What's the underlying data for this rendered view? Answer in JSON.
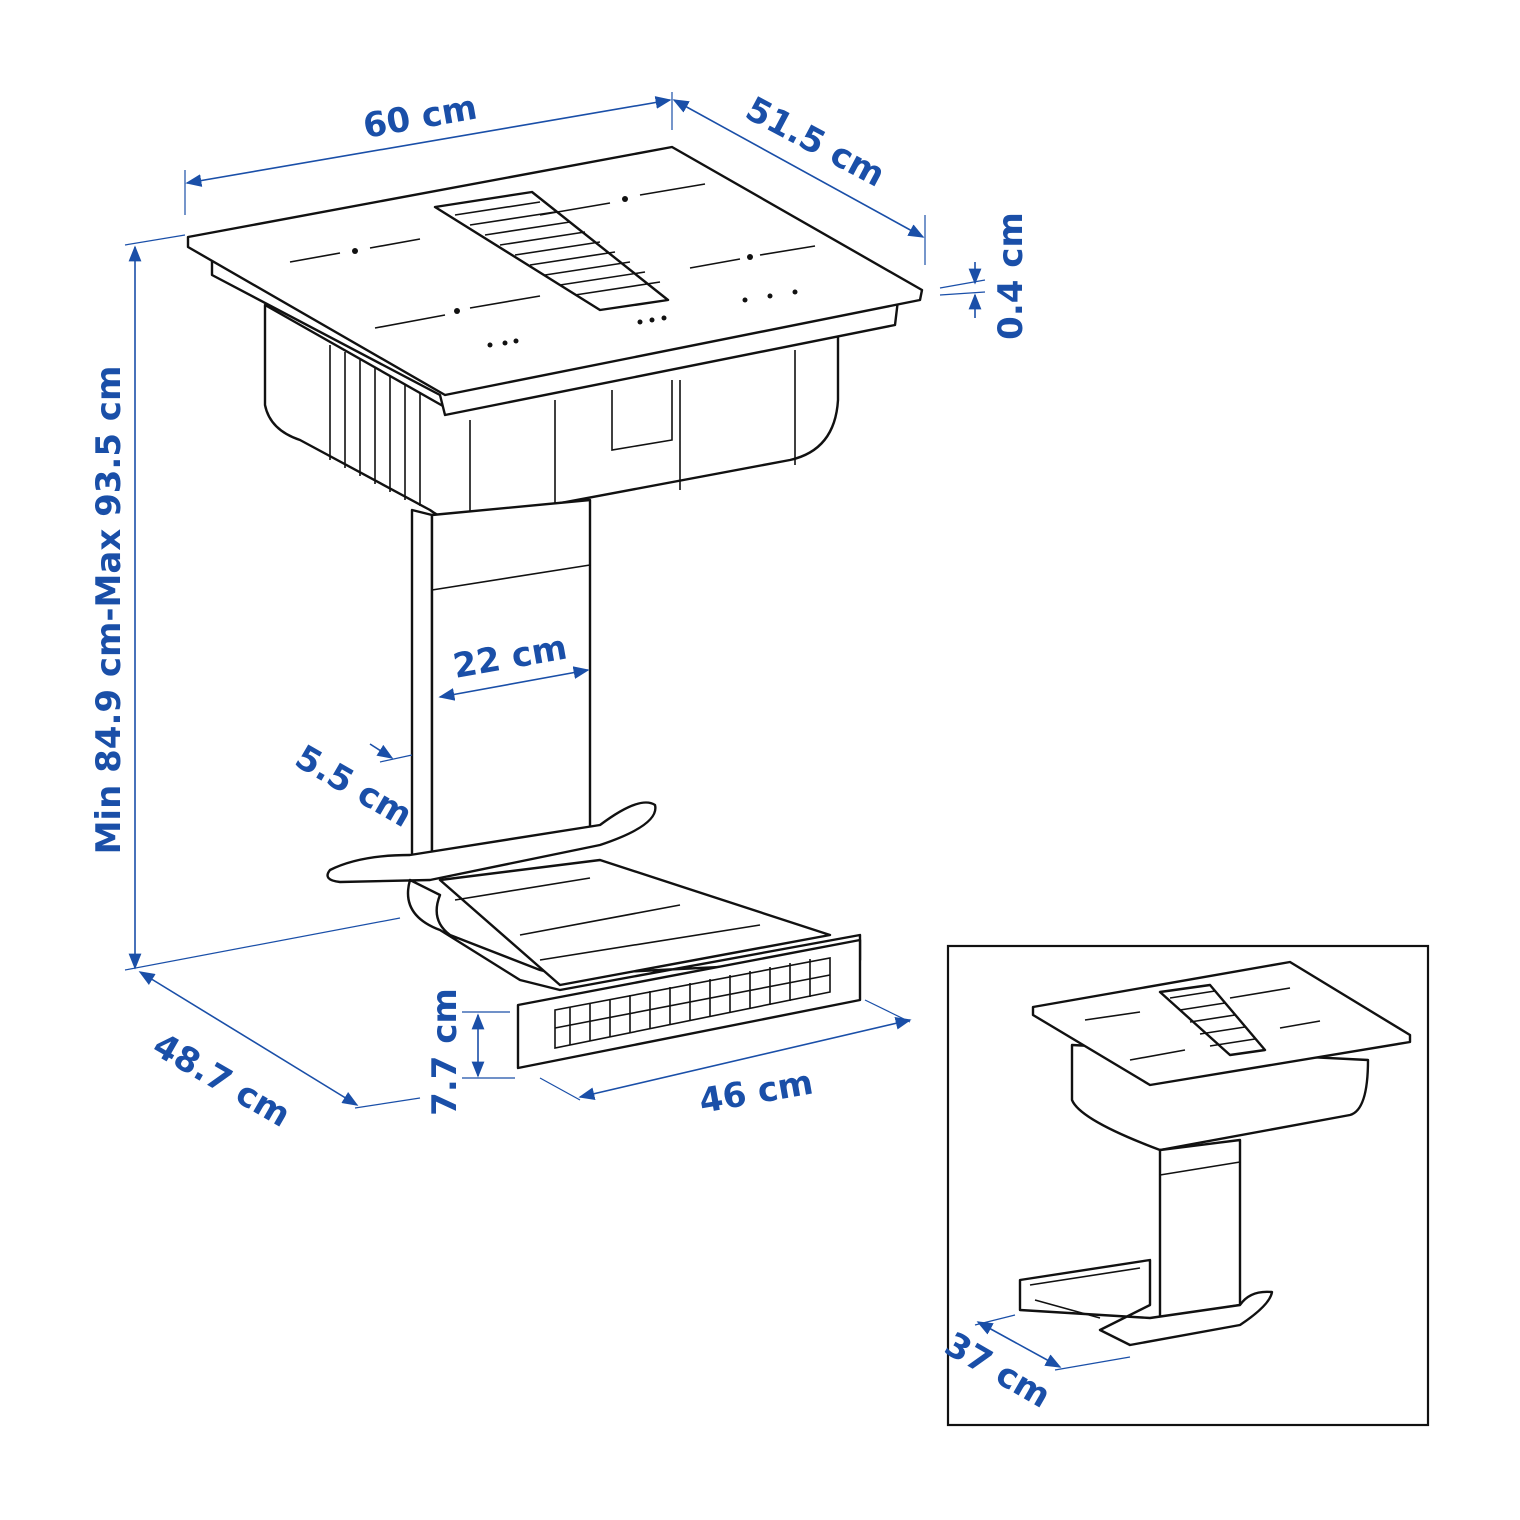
{
  "main_view": {
    "dimensions": {
      "width": "60 cm",
      "depth": "51.5 cm",
      "glass_thickness": "0.4 cm",
      "height": "Min 84.9 cm-Max 93.5 cm",
      "duct_width": "22 cm",
      "duct_depth": "5.5 cm",
      "base_depth": "48.7 cm",
      "filter_height": "7.7 cm",
      "filter_width": "46 cm"
    }
  },
  "inset_view": {
    "dimensions": {
      "alt_depth": "37 cm"
    }
  },
  "colors": {
    "dimension": "#1a4fa8",
    "outline": "#111111"
  }
}
